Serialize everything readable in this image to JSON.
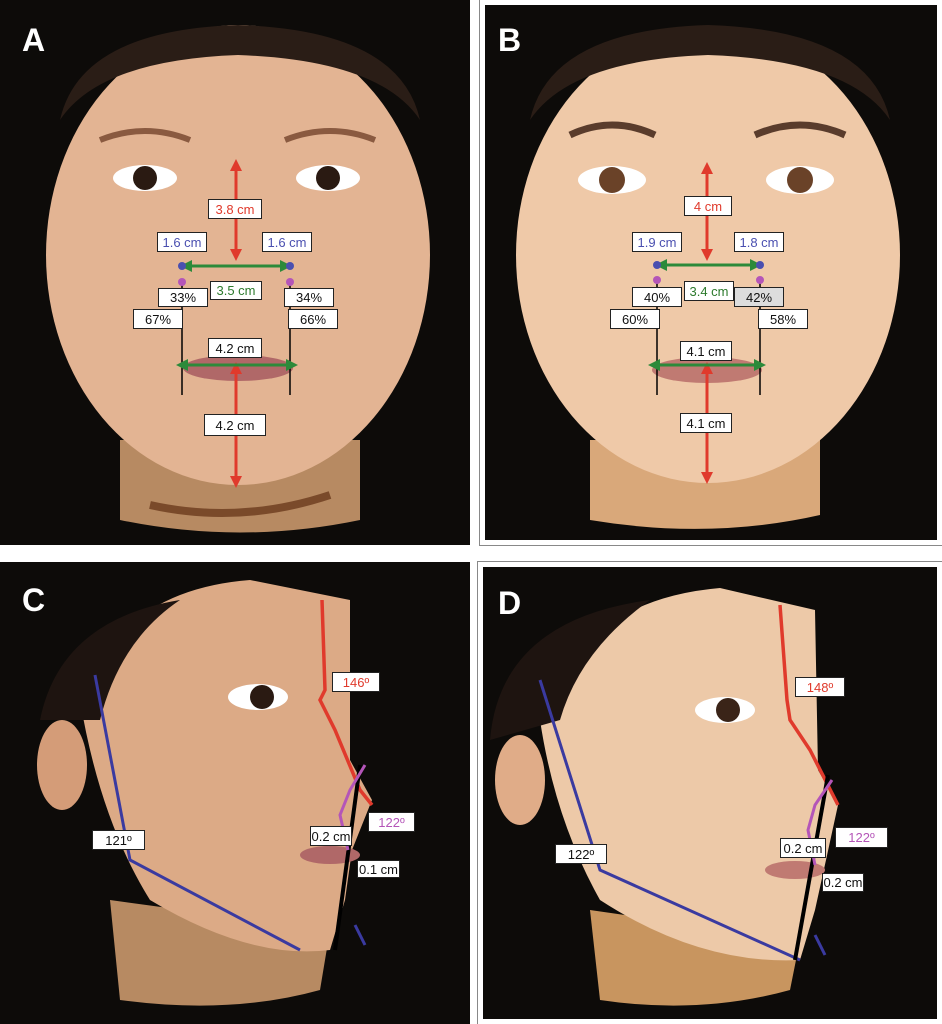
{
  "panels": {
    "A": {
      "letter": "A",
      "vertical_upper": "3.8 cm",
      "left_alar": "1.6 cm",
      "right_alar": "1.6 cm",
      "intercanthal": "3.5 cm",
      "left_upper_pct": "33%",
      "right_upper_pct": "34%",
      "left_lower_pct": "67%",
      "right_lower_pct": "66%",
      "mouth_width": "4.2 cm",
      "vertical_lower": "4.2 cm"
    },
    "B": {
      "letter": "B",
      "vertical_upper": "4 cm",
      "left_alar": "1.9 cm",
      "right_alar": "1.8 cm",
      "intercanthal": "3.4 cm",
      "left_upper_pct": "40%",
      "right_upper_pct": "42%",
      "left_lower_pct": "60%",
      "right_lower_pct": "58%",
      "mouth_width": "4.1 cm",
      "vertical_lower": "4.1 cm"
    },
    "C": {
      "letter": "C",
      "nasofrontal_angle": "146º",
      "nasolabial_angle": "122º",
      "upper_lip": "0.2 cm",
      "lower_lip": "0.1 cm",
      "jaw_angle": "121º"
    },
    "D": {
      "letter": "D",
      "nasofrontal_angle": "148º",
      "nasolabial_angle": "122º",
      "upper_lip": "0.2 cm",
      "lower_lip": "0.2 cm",
      "jaw_angle": "122º"
    }
  },
  "colors": {
    "vertical": "#e03a2c",
    "horizontal": "#2c8a3a",
    "alar": "#4a4fb0",
    "angle": "#b455b8",
    "jaw": "#3a3aa0",
    "skin": "#e0b08c"
  }
}
